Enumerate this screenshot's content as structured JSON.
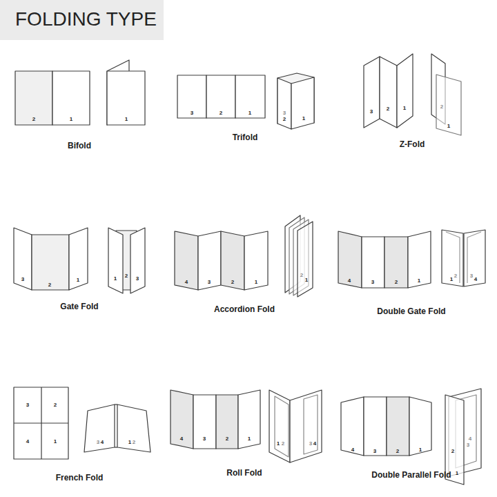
{
  "diagram": {
    "title": "FOLDING TYPE",
    "labels": [
      "2",
      "1",
      "1",
      "Bifold",
      "3",
      "2",
      "1",
      "3",
      "2",
      "1",
      "Trifold",
      "3",
      "2",
      "1",
      "2",
      "1",
      "Z-Fold",
      "3",
      "2",
      "1",
      "1",
      "2",
      "3",
      "Gate Fold",
      "4",
      "3",
      "2",
      "1",
      "2",
      "1",
      "Accordion Fold",
      "4",
      "3",
      "2",
      "1",
      "1",
      "2",
      "3",
      "4",
      "Double Gate Fold",
      "3",
      "2",
      "4",
      "1",
      "3",
      "4",
      "1",
      "2",
      "French Fold",
      "4",
      "3",
      "2",
      "1",
      "1",
      "2",
      "3",
      "4",
      "Roll Fold",
      "4",
      "3",
      "2",
      "1",
      "4",
      "3",
      "2",
      "1",
      "Double Parallel Fold"
    ]
  }
}
